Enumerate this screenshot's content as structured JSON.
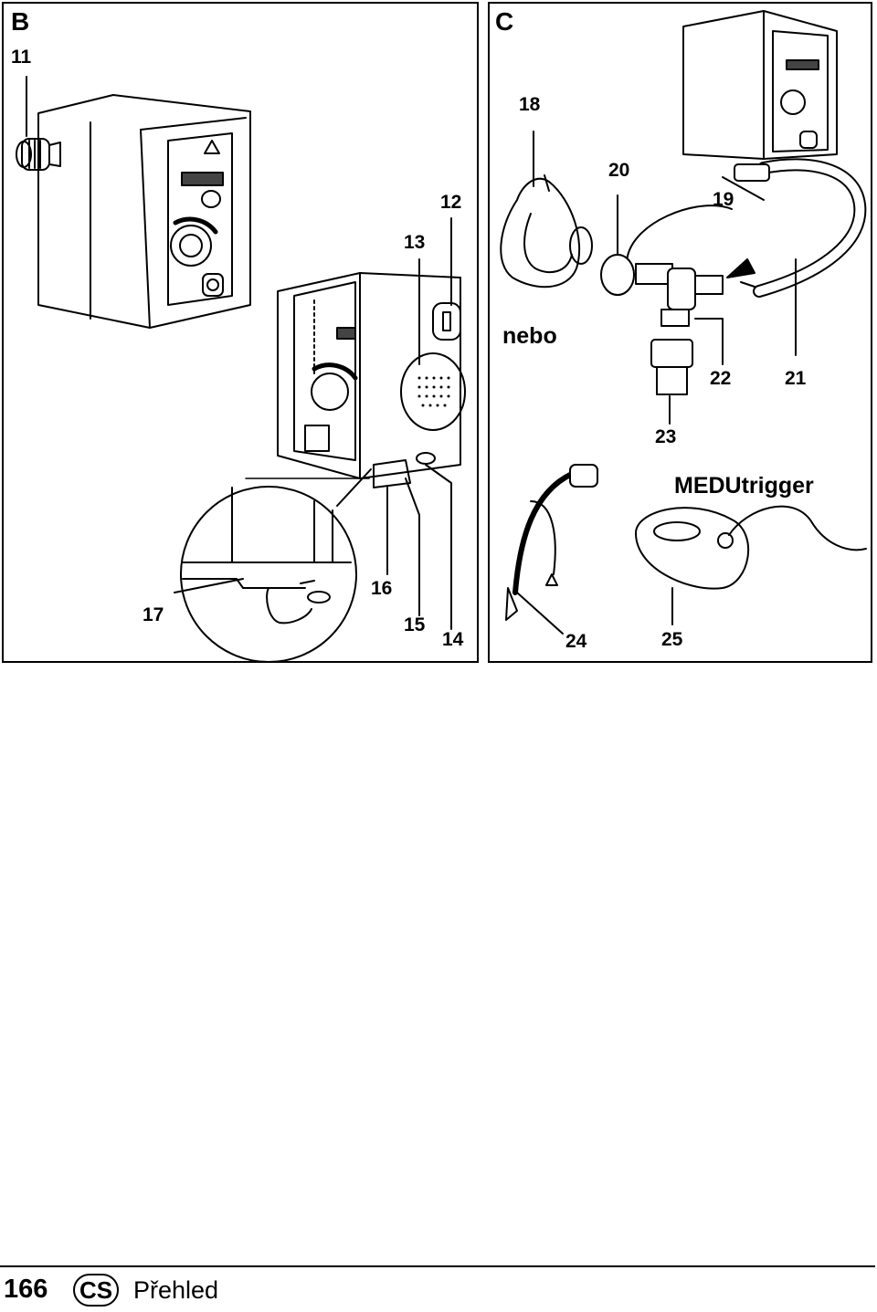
{
  "panels": {
    "b": {
      "letter": "B"
    },
    "c": {
      "letter": "C"
    }
  },
  "labels_b": {
    "l11": "11",
    "l12": "12",
    "l13": "13",
    "l14": "14",
    "l15": "15",
    "l16": "16",
    "l17": "17"
  },
  "labels_c": {
    "l18": "18",
    "l19": "19",
    "l20": "20",
    "l21": "21",
    "l22": "22",
    "l23": "23",
    "l24": "24",
    "l25": "25"
  },
  "text_c": {
    "or_word": "nebo",
    "brand": "MEDUtrigger"
  },
  "footer": {
    "page_number": "166",
    "language": "CS",
    "section": "Přehled"
  }
}
